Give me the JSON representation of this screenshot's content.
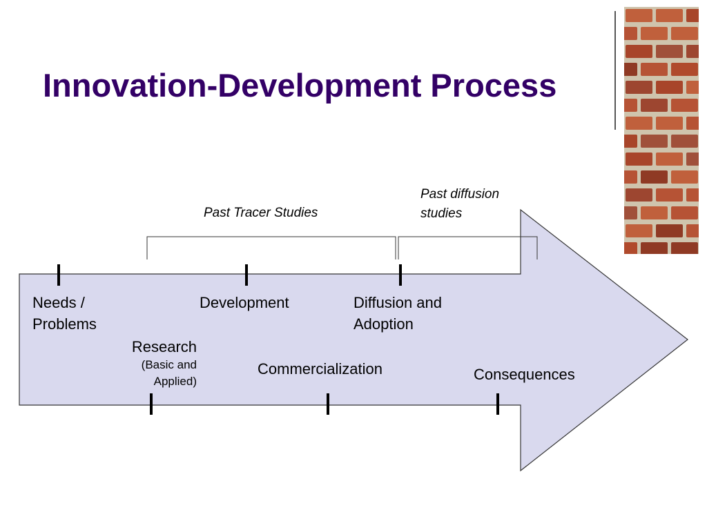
{
  "slide": {
    "title": "Innovation-Development Process",
    "title_color": "#330066"
  },
  "diagram": {
    "arrow_fill": "#d9d9ee",
    "arrow_stroke": "#333333",
    "annotations": {
      "past_tracer": "Past Tracer Studies",
      "past_diffusion_line1": "Past diffusion",
      "past_diffusion_line2": "studies"
    },
    "stages": {
      "needs_line1": "Needs /",
      "needs_line2": "Problems",
      "research": "Research",
      "research_sub_line1": "(Basic and",
      "research_sub_line2": "Applied)",
      "development": "Development",
      "commercialization": "Commercialization",
      "diffusion_line1": "Diffusion and",
      "diffusion_line2": "Adoption",
      "consequences": "Consequences"
    }
  }
}
